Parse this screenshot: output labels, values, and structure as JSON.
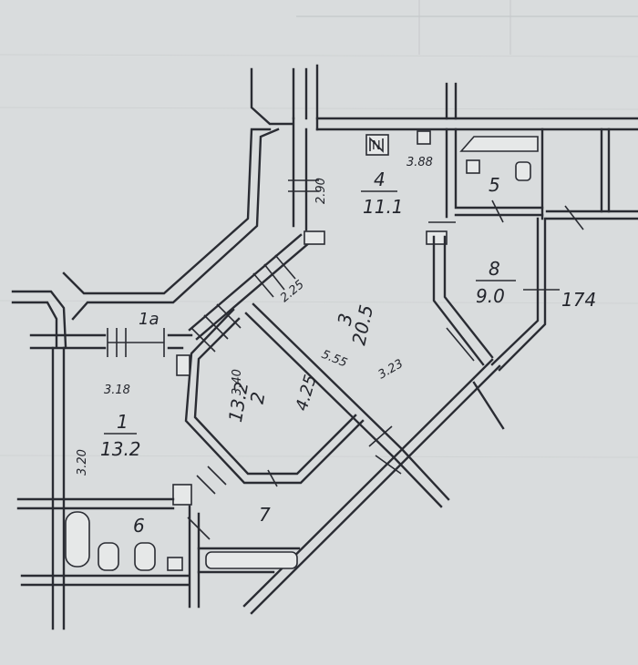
{
  "rooms": [
    {
      "id": "1",
      "number": "1",
      "area": "13.2"
    },
    {
      "id": "2",
      "number": "2",
      "area": "13.2"
    },
    {
      "id": "3",
      "number": "3",
      "area": "20.5"
    },
    {
      "id": "4",
      "number": "4",
      "area": "11.1"
    },
    {
      "id": "5",
      "number": "5"
    },
    {
      "id": "6",
      "number": "6"
    },
    {
      "id": "7",
      "number": "7"
    },
    {
      "id": "8",
      "number": "8",
      "area": "9.0"
    },
    {
      "id": "1a",
      "number": "1a"
    }
  ],
  "dimensions": {
    "d_3_88": "3.88",
    "d_2_90": "2.90",
    "d_2_25": "2.25",
    "d_3_40": "3.40",
    "d_4_25": "4.25",
    "d_5_55": "5.55",
    "d_3_23": "3.23",
    "d_3_18": "3.18",
    "d_3_20": "3.20",
    "d_174": "174"
  },
  "stair_symbol": "N"
}
